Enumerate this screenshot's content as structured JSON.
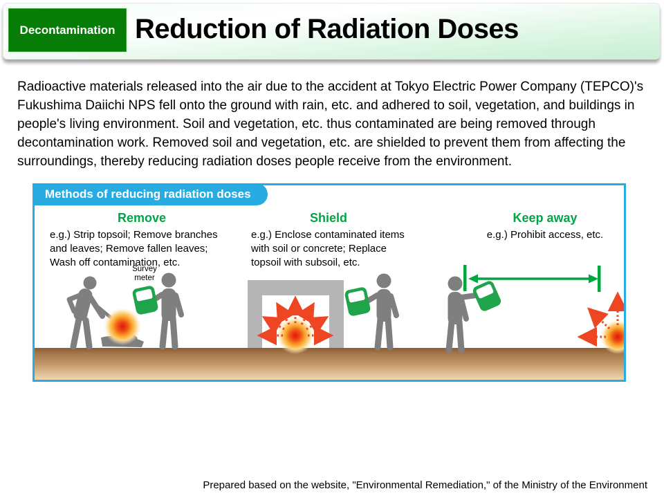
{
  "header": {
    "tag": "Decontamination",
    "title": "Reduction of Radiation Doses"
  },
  "intro": "Radioactive materials released into the air due to the accident at Tokyo Electric Power Company (TEPCO)'s Fukushima Daiichi NPS fell onto the ground with rain, etc. and adhered to soil, vegetation, and buildings in people's living environment. Soil and vegetation, etc. thus contaminated are being removed through decontamination work. Removed soil and vegetation, etc. are shielded to prevent them from affecting the surroundings, thereby reducing radiation doses people receive from the environment.",
  "methods": {
    "box_title": "Methods of reducing radiation doses",
    "survey_meter_label": "Survey meter",
    "columns": [
      {
        "heading": "Remove",
        "example": "e.g.) Strip topsoil; Remove branches and leaves; Remove fallen leaves; Wash off contamination, etc."
      },
      {
        "heading": "Shield",
        "example": "e.g.) Enclose contaminated items with soil or concrete; Replace topsoil with subsoil, etc."
      },
      {
        "heading": "Keep away",
        "example": "e.g.) Prohibit access, etc."
      }
    ]
  },
  "footer": "Prepared based on the website, \"Environmental Remediation,\" of the Ministry of the Environment",
  "colors": {
    "tag_green": "#077d07",
    "header_gradient_green": "#c7efd4",
    "box_border_blue": "#29abe2",
    "heading_green": "#00a546",
    "meter_green": "#1fa44c",
    "person_gray": "#7f7f7f",
    "shield_gray": "#b5b5b5",
    "radiation_arrow_red": "#ee4523",
    "measure_arrow_green": "#00a73e",
    "ground_brown_top": "#8a5c33",
    "ground_brown_bottom": "#eed6ad"
  }
}
